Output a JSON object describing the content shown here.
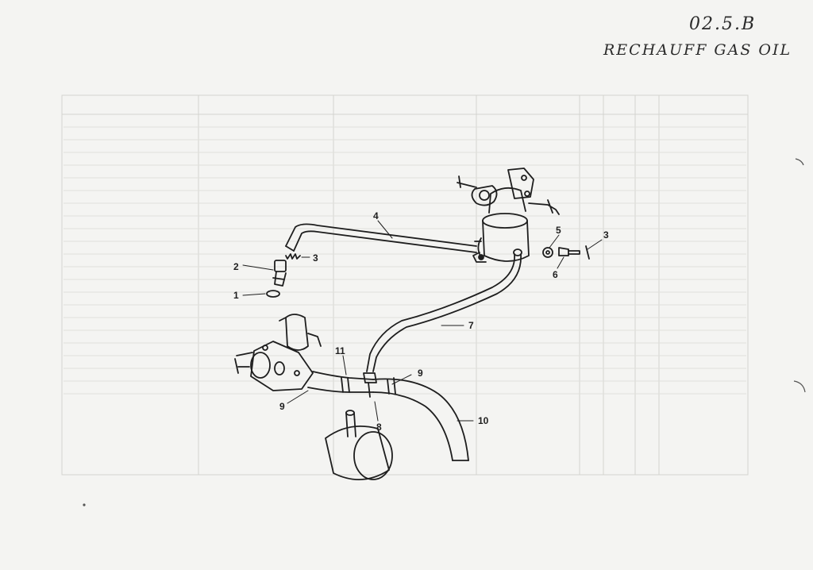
{
  "header": {
    "ref_code": "02.5.B",
    "title": "RECHAUFF GAS OIL"
  },
  "diagram": {
    "callouts": [
      {
        "id": "1",
        "label": "1"
      },
      {
        "id": "2",
        "label": "2"
      },
      {
        "id": "3a",
        "label": "3"
      },
      {
        "id": "3b",
        "label": "3"
      },
      {
        "id": "4",
        "label": "4"
      },
      {
        "id": "5",
        "label": "5"
      },
      {
        "id": "6",
        "label": "6"
      },
      {
        "id": "7",
        "label": "7"
      },
      {
        "id": "8",
        "label": "8"
      },
      {
        "id": "9a",
        "label": "9"
      },
      {
        "id": "9b",
        "label": "9"
      },
      {
        "id": "10",
        "label": "10"
      },
      {
        "id": "11",
        "label": "11"
      }
    ]
  },
  "colors": {
    "ink": "#1e1e1e",
    "paper": "#f4f4f2",
    "ghost": "#c9c9c6"
  }
}
